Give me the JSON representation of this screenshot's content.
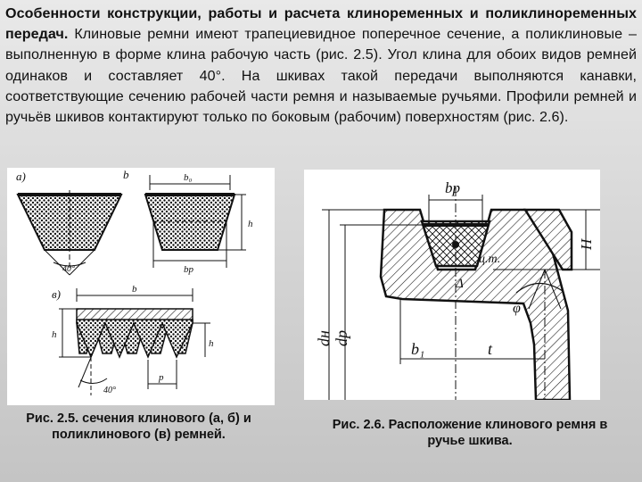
{
  "paragraph": {
    "title": "Особенности конструкции, работы и расчета клиноременных и поликлиноременных передач.",
    "body": "Клиновые ремни имеют трапециевидное поперечное сечение, а поликлиновые – выполненную в форме клина рабочую часть (рис. 2.5). Угол клина для обоих видов ремней одинаков и составляет 40°. На шкивах такой передачи выполняются канавки, соответствующие сечению рабочей части ремня и называемые ручьями. Профили ремней и ручьёв шкивов контактируют только по боковым (рабочим) поверхностям (рис. 2.6)."
  },
  "figure_2_5": {
    "caption": "Рис. 2.5. сечения клинового (а, б) и поликлинового (в) ремней.",
    "labels": {
      "a": "а)",
      "b": "b",
      "v": "в)",
      "b0": "b₀",
      "bp": "bp",
      "h_top": "h",
      "angle_top": "40°",
      "h_poly": "h",
      "h_small": "h",
      "angle_poly": "40°",
      "p": "p"
    }
  },
  "figure_2_6": {
    "caption": "Рис. 2.6. Расположение клинового ремня в ручье шкива.",
    "labels": {
      "bp": "bp",
      "H": "H",
      "ct": "ц.т.",
      "delta": "Δ",
      "phi": "φ",
      "dH": "dн",
      "dp": "dp",
      "b1": "b₁",
      "t": "t"
    }
  }
}
